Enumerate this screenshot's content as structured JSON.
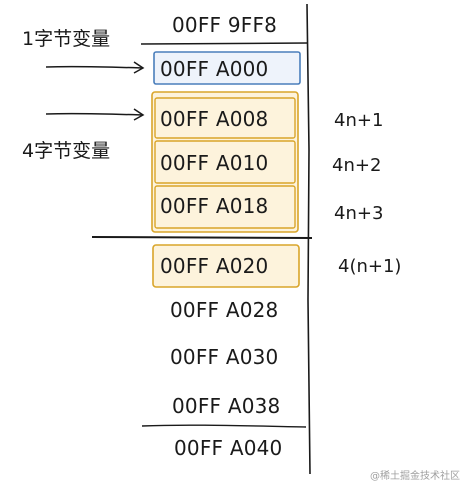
{
  "labels": {
    "one_byte": "1字节变量",
    "four_byte": "4字节变量"
  },
  "addresses": [
    "00FF 9FF8",
    "00FF A000",
    "00FF A008",
    "00FF A010",
    "00FF A018",
    "00FF A020",
    "00FF A028",
    "00FF A030",
    "00FF A038",
    "00FF A040"
  ],
  "annotations": [
    "4n+1",
    "4n+2",
    "4n+3",
    "4(n+1)"
  ],
  "watermark": "@稀土掘金技术社区",
  "colors": {
    "one_byte_box_stroke": "#4a7ebb",
    "one_byte_box_fill": "#eef3fb",
    "four_byte_box_stroke": "#d9a52a",
    "four_byte_box_fill": "#fdf3dc",
    "ink": "#1a1a1a"
  }
}
